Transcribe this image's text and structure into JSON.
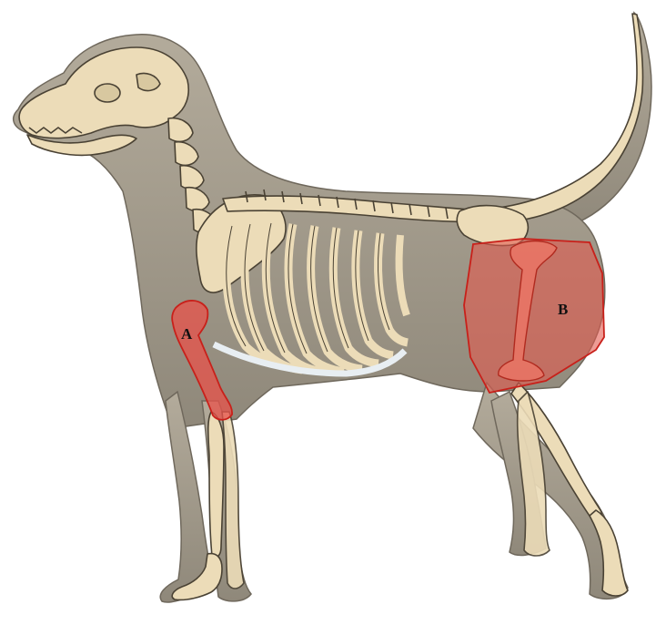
{
  "labels": {
    "a": "A",
    "b": "B"
  },
  "colors": {
    "background": "#ffffff",
    "body_fur": "#a8a191",
    "body_shadow": "#7e776a",
    "bone": "#ecdcb8",
    "bone_outline": "#4a4234",
    "highlight_fill": "#e8524a",
    "highlight_stroke": "#c8201a"
  },
  "illustration": "dog-skeleton-anatomy"
}
